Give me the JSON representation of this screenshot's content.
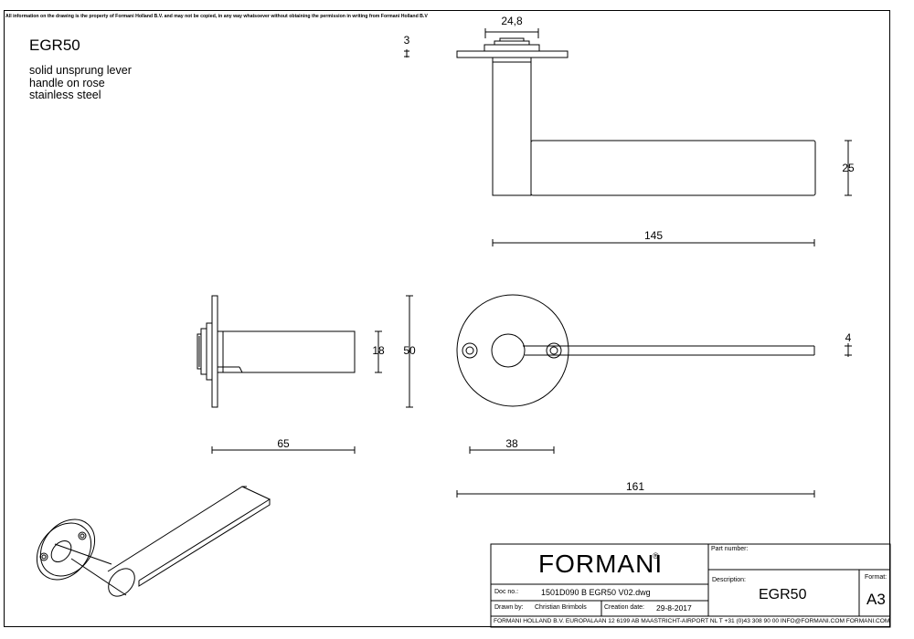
{
  "disclaimer": "All information on the drawing is the property of Formani Holland B.V. and may not be copied, in any way whatsoever without obtaining the permission in writing from Formani Holland B.V",
  "product": {
    "code": "EGR50",
    "description": [
      "solid unsprung lever",
      "handle on rose",
      "stainless steel"
    ]
  },
  "dimensions": {
    "top_width": "24,8",
    "rose_thickness": "3",
    "lever_height": "25",
    "lever_length": "145",
    "shank_diameter": "18",
    "rose_diameter": "50",
    "side_depth": "65",
    "lever_thickness": "4",
    "hole_offset": "38",
    "total_length": "161"
  },
  "title_block": {
    "brand": "FORMANI",
    "part_number_label": "Part number:",
    "description_label": "Description:",
    "description_value": "EGR50",
    "format_label": "Format:",
    "format_value": "A3",
    "doc_no_label": "Doc no.:",
    "doc_no_value": "1501D090 B EGR50 V02.dwg",
    "drawn_by_label": "Drawn by:",
    "drawn_by_value": "Christian Brimbols",
    "creation_date_label": "Creation date:",
    "creation_date_value": "29-8-2017",
    "footer": "FORMANI HOLLAND B.V.  EUROPALAAN 12  6199 AB MAASTRICHT-AIRPORT NL  T +31 (0)43 308 90 00 INFO@FORMANI.COM FORMANI.COM"
  }
}
